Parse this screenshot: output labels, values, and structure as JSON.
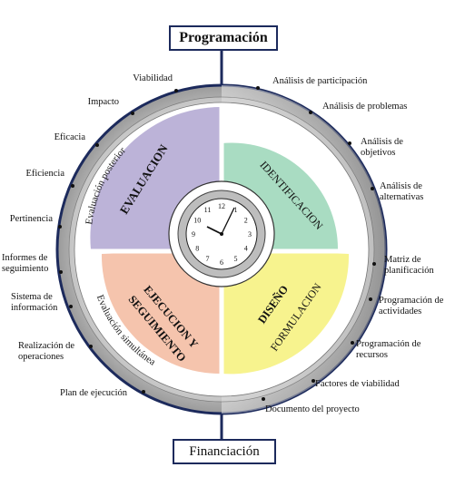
{
  "top_box": "Programación",
  "bottom_box": "Financiación",
  "quadrants": {
    "evaluacion": "EVALUACION",
    "identificacion": "IDENTIFICACION",
    "ejecucion_line1": "EJECUCION Y",
    "ejecucion_line2": "SEGUIMIENTO",
    "diseno_line1": "DISEÑO",
    "diseno_line2": "FORMULACION"
  },
  "ring_labels": {
    "evaluacion_posterior": "Evaluación posterior",
    "evaluacion_simultanea": "Evaluación simultánea"
  },
  "left_labels": [
    "Viabilidad",
    "Impacto",
    "Eficacia",
    "Eficiencia",
    "Pertinencia",
    "Informes de seguimiento",
    "Sistema de información",
    "Realización de operaciones",
    "Plan de ejecución"
  ],
  "right_labels": [
    "Análisis de participación",
    "Análisis de problemas",
    "Análisis de objetivos",
    "Análisis de alternativas",
    "Matriz de planificación",
    "Programación de actividades",
    "Programación de recursos",
    "Factores de viabilidad",
    "Documento del proyecto"
  ],
  "clock_numbers": [
    "12",
    "1",
    "2",
    "3",
    "4",
    "5",
    "6",
    "7",
    "8",
    "9",
    "10",
    "11"
  ],
  "colors": {
    "evaluacion": "#bcb3d8",
    "identificacion": "#a9dcc2",
    "ejecucion": "#f5c4ad",
    "diseno": "#f7f38e",
    "rim": "#1c2a5c"
  }
}
